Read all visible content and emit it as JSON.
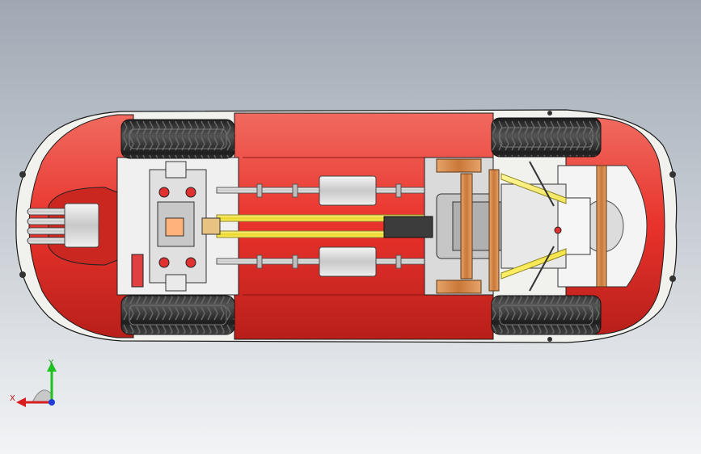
{
  "view": {
    "type": "cad-viewport",
    "orientation": "bottom-view",
    "colors": {
      "background_top": "#9fa8b3",
      "background_bottom": "#f2f4f6",
      "body_red": "#e8322b",
      "body_white": "#f1f1ee",
      "frame_yellow": "#efe14a",
      "bracket_wood": "#d98a4d",
      "tire_dark": "#2b2b2b",
      "exhaust_silver": "#dcdcdc"
    }
  },
  "triad": {
    "x_label": "X",
    "y_label": "Y",
    "x_color": "#d81e1e",
    "y_color": "#1ec21e",
    "z_color": "#1e3cd8"
  }
}
